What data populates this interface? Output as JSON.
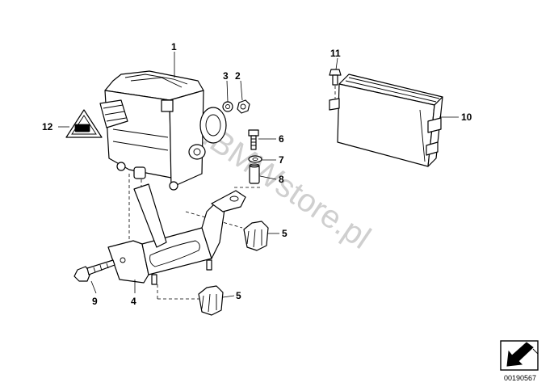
{
  "watermark": "www.BMWstore.pl",
  "document_number": "00190567",
  "callouts": {
    "c1": "1",
    "c2": "2",
    "c3": "3",
    "c4": "4",
    "c5a": "5",
    "c5b": "5",
    "c6": "6",
    "c7": "7",
    "c8": "8",
    "c9": "9",
    "c10": "10",
    "c11": "11",
    "c12": "12"
  },
  "icons": {
    "nav_arrow": "arrow-down-left-icon",
    "warning_label": "warning-triangle-icon"
  }
}
